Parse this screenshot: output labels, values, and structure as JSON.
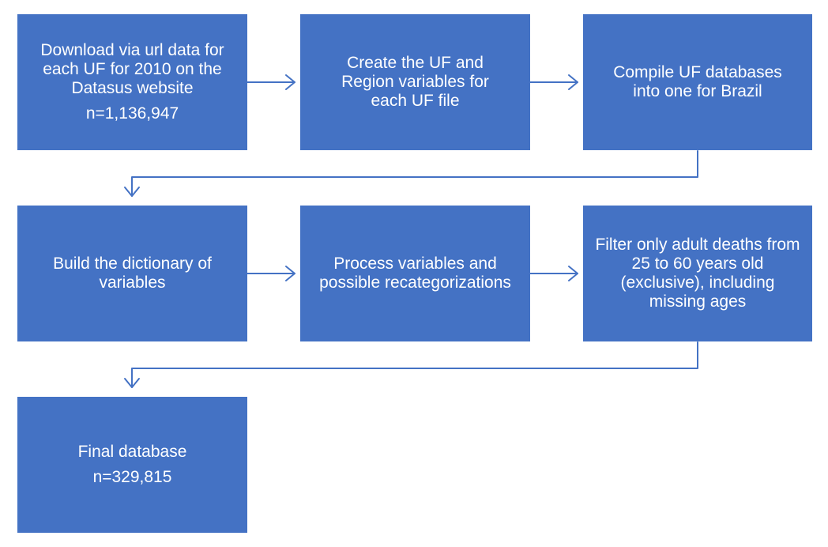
{
  "colors": {
    "box_fill": "#4472c4",
    "box_text": "#ffffff",
    "connector": "#4472c4"
  },
  "steps": [
    {
      "text": "Download via url data for each UF for 2010 on the Datasus website",
      "count": "n=1,136,947"
    },
    {
      "text": "Create the UF and Region variables for each UF file"
    },
    {
      "text": "Compile UF databases into one for Brazil"
    },
    {
      "text": "Build the dictionary of variables"
    },
    {
      "text": "Process variables and possible recategorizations"
    },
    {
      "text": "Filter only adult deaths from 25 to 60 years old (exclusive), including missing ages"
    },
    {
      "text": "Final database",
      "count": "n=329,815"
    }
  ]
}
